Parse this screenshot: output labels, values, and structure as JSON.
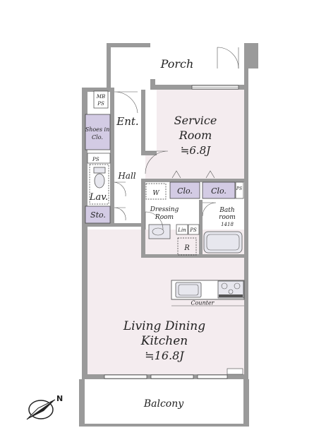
{
  "labels": {
    "porch": "Porch",
    "mb": "MB",
    "ps_top": "PS",
    "ent": "Ent.",
    "shoes_line1": "Shoes in",
    "shoes_line2": "Clo.",
    "service_line1": "Service",
    "service_line2": "Room",
    "service_area": "≒6.8J",
    "ps_left": "PS",
    "hall": "Hall",
    "w": "W",
    "clo_1": "Clo.",
    "clo_2": "Clo.",
    "ps_right": "PS",
    "lav": "Lav.",
    "dressing_line1": "Dressing",
    "dressing_line2": "Room",
    "bath_line1": "Bath",
    "bath_line2": "room",
    "bath_size": "1418",
    "sto": "Sto.",
    "lin": "Lin",
    "ps_dressing": "PS",
    "r": "R",
    "counter": "Counter",
    "ldk_line1": "Living Dining",
    "ldk_line2": "Kitchen",
    "ldk_area": "≒16.8J",
    "balcony": "Balcony",
    "north": "N"
  },
  "colors": {
    "wall": "#9a9a9a",
    "floor": "#f4ecef",
    "closet": "#d3cbe4",
    "fixture": "#e7e7ee"
  }
}
